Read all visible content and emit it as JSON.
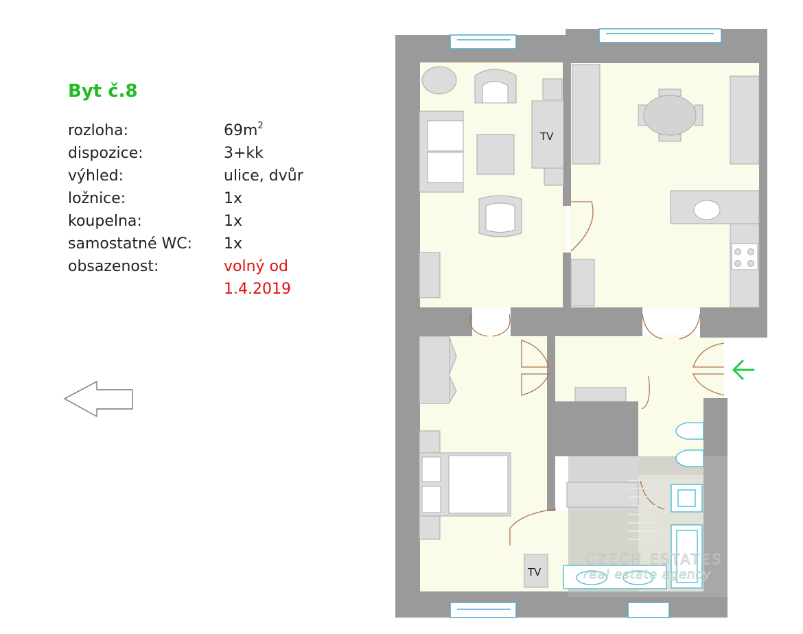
{
  "listing": {
    "title": "Byt č.8",
    "rows": [
      {
        "label": "rozloha:",
        "value": "69m",
        "sup": "2"
      },
      {
        "label": "dispozice:",
        "value": "3+kk"
      },
      {
        "label": "výhled:",
        "value": "ulice, dvůr"
      },
      {
        "label": "ložnice:",
        "value": "1x"
      },
      {
        "label": "koupelna:",
        "value": "1x"
      },
      {
        "label": "samostatné WC:",
        "value": "1x"
      },
      {
        "label": "obsazenost:",
        "value_line1": "volný od",
        "value_line2": "1.4.2019"
      }
    ],
    "status_color": "#dd1111",
    "title_color": "#22bb22"
  },
  "navigation": {
    "back_icon": "left-arrow-outline-icon",
    "entrance_icon": "green-left-arrow-icon",
    "entrance_color": "#22cc44"
  },
  "floorplan": {
    "wall_color": "#9a9a9a",
    "floor_color": "#fbfbe9",
    "tv_label_living": "TV",
    "tv_label_bedroom": "TV",
    "watermark_line1": "CZECH ESTATES",
    "watermark_line2": "real estate agency"
  }
}
